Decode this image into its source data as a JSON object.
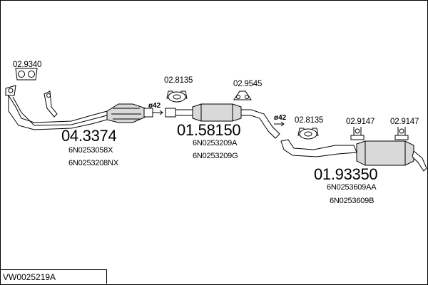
{
  "drawing_ref": "VW0025219A",
  "diameters": {
    "front": "ø42",
    "rear": "ø42"
  },
  "parts": {
    "front_pipe_gasket": "02.9340",
    "front_pipe": {
      "number": "04.3374",
      "oem": [
        "6N0253058X",
        "6N0253208NX"
      ]
    },
    "mounting_ring_1": "02.8135",
    "mounting_rubber_1": "02.9545",
    "middle_silencer": {
      "number": "01.58150",
      "oem": [
        "6N0253209A",
        "6N0253209G"
      ]
    },
    "mounting_ring_2": "02.8135",
    "rear_hanger_1": "02.9147",
    "rear_hanger_2": "02.9147",
    "rear_silencer": {
      "number": "01.93350",
      "oem": [
        "6N0253609AA",
        "6N0253609B"
      ]
    }
  },
  "colors": {
    "line": "#000000",
    "fill": "#ffffff",
    "shade": "#d9d9d9"
  }
}
